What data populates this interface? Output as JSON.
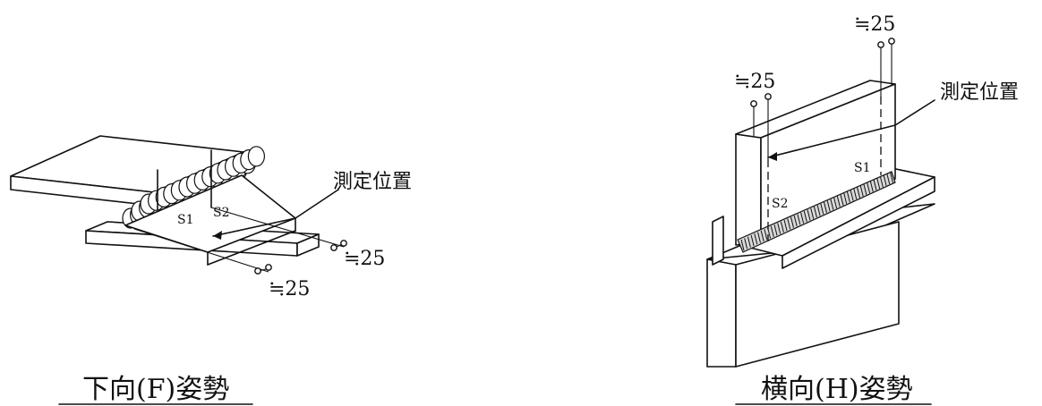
{
  "left_figure": {
    "caption": "下向(F)姿勢",
    "pointer_label": "測定位置",
    "weld_labels": [
      "S1",
      "S2"
    ],
    "dims": [
      "≒25",
      "≒25"
    ]
  },
  "right_figure": {
    "caption": "横向(H)姿勢",
    "pointer_label": "測定位置",
    "weld_labels": [
      "S1",
      "S2"
    ],
    "dims": [
      "≒25",
      "≒25"
    ]
  }
}
